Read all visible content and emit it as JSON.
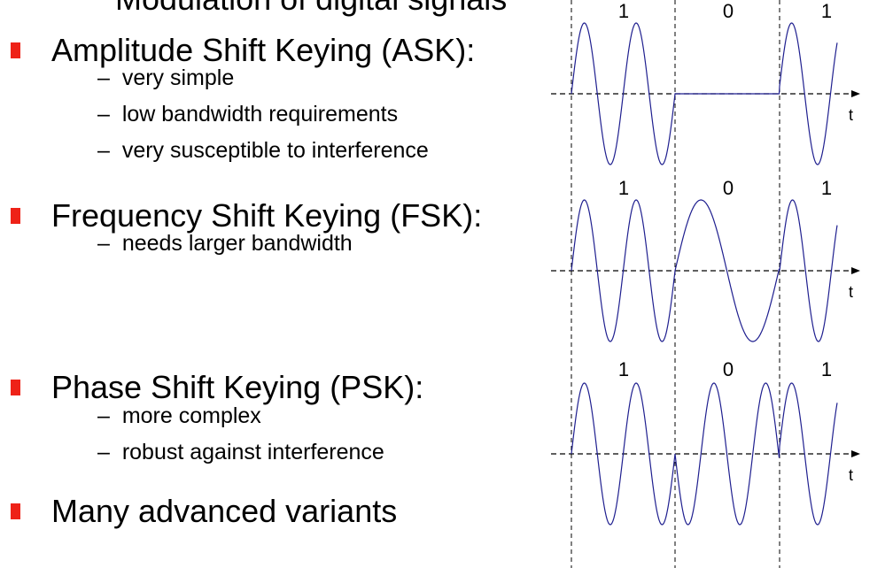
{
  "clipped_title": "Modulation of digital signals",
  "bullets": [
    {
      "label": "Amplitude Shift Keying (ASK):",
      "subs": [
        "very simple",
        "low bandwidth requirements",
        "very susceptible to interference"
      ]
    },
    {
      "label": "Frequency Shift Keying (FSK):",
      "subs": [
        "needs larger bandwidth"
      ]
    },
    {
      "label": "Phase Shift Keying (PSK):",
      "subs": [
        "more complex",
        "robust against interference"
      ]
    },
    {
      "label": "Many advanced variants",
      "subs": []
    }
  ],
  "sub_dash": "–",
  "bullet_color": "#ee2218",
  "wave_color": "#1f1f8f",
  "diagrams": [
    {
      "name": "ask",
      "bits": [
        "1",
        "0",
        "1"
      ],
      "axis_label": "t"
    },
    {
      "name": "fsk",
      "bits": [
        "1",
        "0",
        "1"
      ],
      "axis_label": "t"
    },
    {
      "name": "psk",
      "bits": [
        "1",
        "0",
        "1"
      ],
      "axis_label": "t"
    }
  ]
}
